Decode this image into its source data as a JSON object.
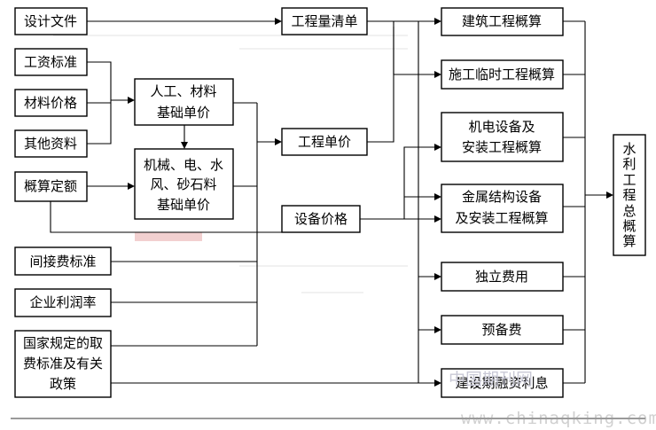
{
  "nodes": {
    "design_docs": "设计文件",
    "wage_std": "工资标准",
    "material_price": "材料价格",
    "other_data": "其他资料",
    "estimate_quota": "概算定额",
    "labor_material_base": [
      "人工、材料",
      "基础单价"
    ],
    "machine_base": [
      "机械、电、水",
      "风、砂石料",
      "基础单价"
    ],
    "indirect_fee_std": "间接费标准",
    "profit_rate": "企业利润率",
    "state_fee_std": [
      "国家规定的取",
      "费标准及有关",
      "政策"
    ],
    "bill_quantities": "工程量清单",
    "unit_price": "工程单价",
    "equipment_price": "设备价格",
    "building_estimate": "建筑工程概算",
    "temp_works_estimate": "施工临时工程概算",
    "mech_elec_estimate": [
      "机电设备及",
      "安装工程概算"
    ],
    "metal_struct_estimate": [
      "金属结构设备",
      "及安装工程概算"
    ],
    "independent_fee": "独立费用",
    "reserve_fee": "预备费",
    "construction_interest": "建设期融资利息",
    "total_estimate": [
      "水",
      "利",
      "工",
      "程",
      "总",
      "概",
      "算"
    ]
  },
  "watermark": {
    "url": "www.chinaqking.com",
    "logo": "中国期刊网"
  },
  "colors": {
    "line": "#000000",
    "watermark": "#d0d0d0"
  }
}
